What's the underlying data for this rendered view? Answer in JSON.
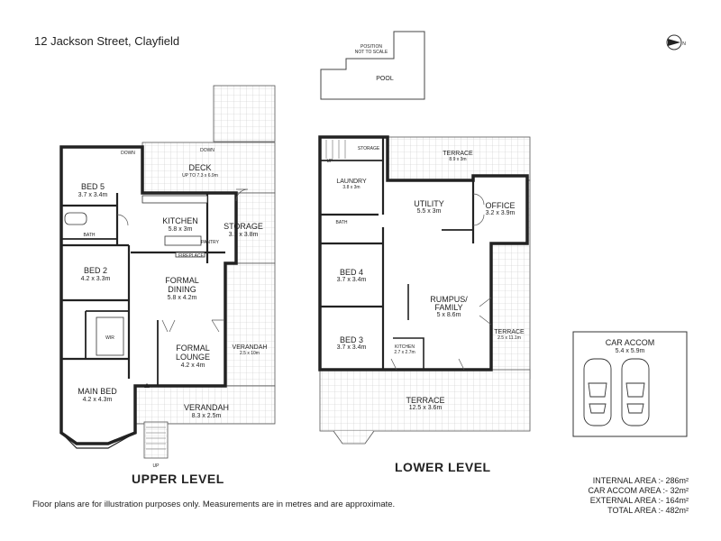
{
  "address": "12 Jackson Street, Clayfield",
  "levels": {
    "upper": "UPPER LEVEL",
    "lower": "LOWER LEVEL"
  },
  "pool": {
    "note1": "POSITION",
    "note2": "NOT TO SCALE",
    "label": "POOL"
  },
  "upper_rooms": {
    "deck": {
      "name": "DECK",
      "dim": "UP TO 7.3 x 6.9m"
    },
    "bed5": {
      "name": "BED 5",
      "dim": "3.7 x 3.4m"
    },
    "kitchen": {
      "name": "KITCHEN",
      "dim": "5.8 x 3m"
    },
    "storage": {
      "name": "STORAGE",
      "dim": "3.1 x 3.8m"
    },
    "bed2": {
      "name": "BED 2",
      "dim": "4.2 x 3.3m"
    },
    "dining1": "FORMAL",
    "dining2": "DINING",
    "dining_dim": "5.8 x 4.2m",
    "lounge1": "FORMAL",
    "lounge2": "LOUNGE",
    "lounge_dim": "4.2 x 4m",
    "verandah_side": {
      "name": "VERANDAH",
      "dim": "2.5 x 10m"
    },
    "wir": "WIR",
    "main_bed": {
      "name": "MAIN BED",
      "dim": "4.2 x 4.3m"
    },
    "verandah_front": {
      "name": "VERANDAH",
      "dim": "8.3 x 2.5m"
    },
    "bath": "BATH",
    "pantry": "PANTRY",
    "fireplace": "FIREPLACE",
    "down1": "DOWN",
    "down2": "DOWN",
    "up": "UP"
  },
  "lower_rooms": {
    "storage": "STORAGE",
    "terrace_top": {
      "name": "TERRACE",
      "dim": "8.9 x 3m"
    },
    "laundry": {
      "name": "LAUNDRY",
      "dim": "3.8 x 3m"
    },
    "utility": {
      "name": "UTILITY",
      "dim": "5.5 x 3m"
    },
    "office": {
      "name": "OFFICE",
      "dim": "3.2 x 3.9m"
    },
    "bath": "BATH",
    "bed4": {
      "name": "BED 4",
      "dim": "3.7 x 3.4m"
    },
    "rumpus1": "RUMPUS/",
    "rumpus2": "FAMILY",
    "rumpus_dim": "5 x 8.6m",
    "terrace_side": {
      "name": "TERRACE",
      "dim": "2.5 x 11.1m"
    },
    "bed3": {
      "name": "BED 3",
      "dim": "3.7 x 3.4m"
    },
    "kitchen": {
      "name": "KITCHEN",
      "dim": "2.7 x 2.7m"
    },
    "terrace_bottom": {
      "name": "TERRACE",
      "dim": "12.5 x 3.6m"
    },
    "up": "UP"
  },
  "car": {
    "name": "CAR ACCOM",
    "dim": "5.4 x 5.9m"
  },
  "areas": [
    {
      "label": "INTERNAL AREA :-",
      "value": "286m²"
    },
    {
      "label": "CAR ACCOM AREA :-",
      "value": "32m²"
    },
    {
      "label": "EXTERNAL AREA :-",
      "value": "164m²"
    },
    {
      "label": "TOTAL AREA :-",
      "value": "482m²"
    }
  ],
  "disclaimer": "Floor plans are for illustration purposes only. Measurements are in metres and are approximate.",
  "compass": "N"
}
